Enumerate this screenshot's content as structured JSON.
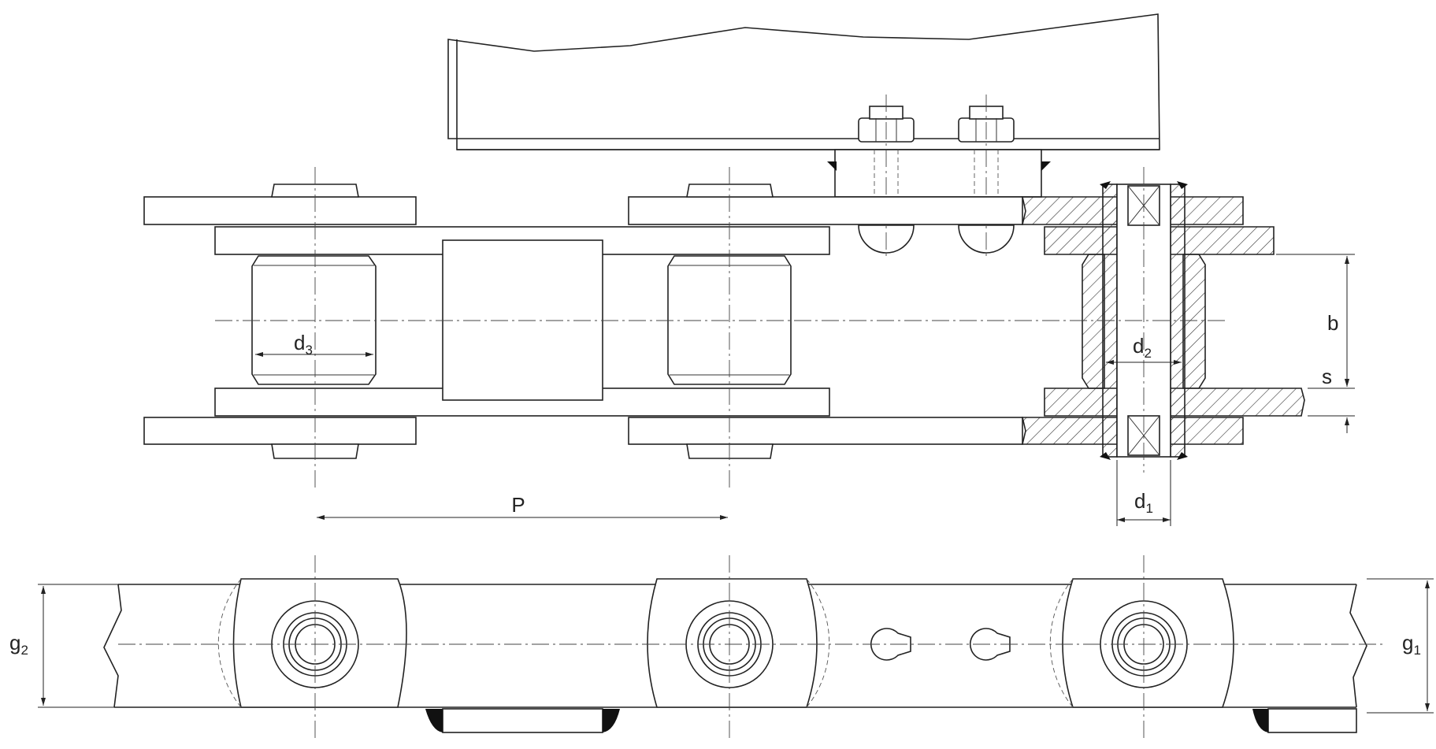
{
  "labels": {
    "d3": {
      "main": "d",
      "sub": "3"
    },
    "d2": {
      "main": "d",
      "sub": "2"
    },
    "d1": {
      "main": "d",
      "sub": "1"
    },
    "b": "b",
    "s": "s",
    "p": "P",
    "g1": {
      "main": "g",
      "sub": "1"
    },
    "g2": {
      "main": "g",
      "sub": "2"
    }
  },
  "colors": {
    "line": "#222222",
    "hatch": "#333333",
    "weld": "#111111",
    "background": "#ffffff"
  }
}
